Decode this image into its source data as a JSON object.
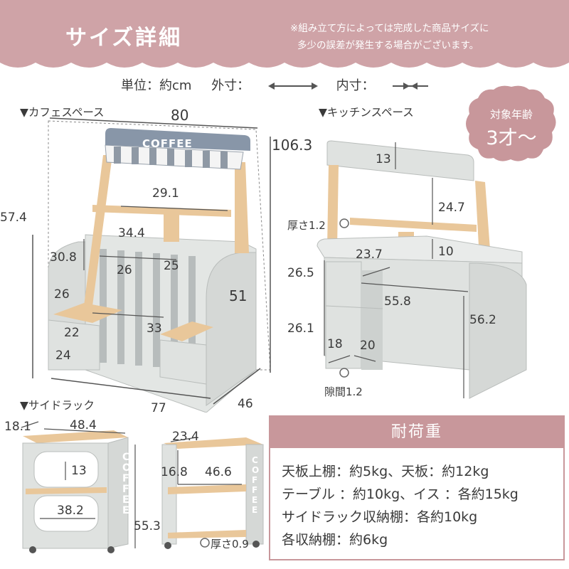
{
  "header": {
    "title": "サイズ詳細",
    "note_line1": "※組み立て方によっては完成した商品サイズに",
    "note_line2": "多少の誤差が発生する場合がございます。"
  },
  "units": {
    "unit_label": "単位：約cm",
    "outer_label": "外寸：",
    "inner_label": "内寸："
  },
  "badge": {
    "label": "対象年齢",
    "value": "3才〜"
  },
  "cafe": {
    "section_title": "▼カフェスペース",
    "sign_text": "COFFEE",
    "dims": {
      "width": "80",
      "height": "106.3",
      "left_height": "57.4",
      "shelf_width": "29.1",
      "shelf_inner": "34.4",
      "counter_h": "30.8",
      "d26a": "26",
      "d25": "25",
      "depth": "51",
      "seat_d": "26",
      "seat_w": "22",
      "table_w": "33",
      "seat_h": "24",
      "base_w": "77",
      "base_d": "46"
    }
  },
  "kitchen": {
    "section_title": "▼キッチンスペース",
    "dims": {
      "top": "13",
      "thickness": "厚さ1.2",
      "shelf_h": "24.7",
      "d237": "23.7",
      "d10": "10",
      "d265": "26.5",
      "d558": "55.8",
      "d261": "26.1",
      "d562": "56.2",
      "d18": "18",
      "d20": "20",
      "gap": "隙間1.2"
    }
  },
  "rack": {
    "section_title": "▼サイドラック",
    "side_text": "COFFEE",
    "dims": {
      "d181": "18.1",
      "d484": "48.4",
      "d13": "13",
      "d382": "38.2",
      "d553": "55.3",
      "d234": "23.4",
      "d168": "16.8",
      "d466": "46.6",
      "thickness": "厚さ0.9"
    }
  },
  "load": {
    "title": "耐荷重",
    "lines": [
      "天板上棚：約5kg、天板：約12kg",
      "テーブル ：約10kg、イス ：各約15kg",
      "サイドラック収納棚：各約10kg",
      "各収納棚：約6kg"
    ]
  },
  "colors": {
    "header": "#cfa3a7",
    "accent": "#c8979b",
    "panel": "#dfe2e0",
    "wood": "#e9c79a",
    "sign": "#8896a8"
  }
}
